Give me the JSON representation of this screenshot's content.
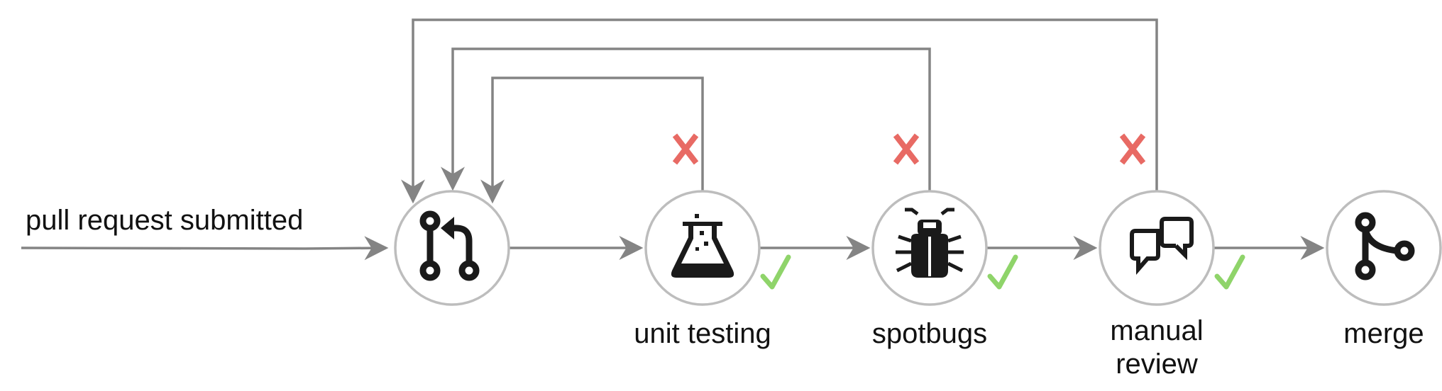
{
  "entry_label": "pull request submitted",
  "nodes": [
    {
      "id": "pull-request",
      "icon": "pull-request-icon",
      "label_lines": []
    },
    {
      "id": "unit-testing",
      "icon": "flask-icon",
      "label_lines": [
        "unit testing"
      ]
    },
    {
      "id": "spotbugs",
      "icon": "bug-icon",
      "label_lines": [
        "spotbugs"
      ]
    },
    {
      "id": "manual-review",
      "icon": "chat-bubbles-icon",
      "label_lines": [
        "manual",
        "review"
      ]
    },
    {
      "id": "merge",
      "icon": "merge-icon",
      "label_lines": [
        "merge"
      ]
    }
  ],
  "colors": {
    "edge": "#848484",
    "node_border": "#bdbdbd",
    "fail_mark": "#e86a64",
    "pass_mark": "#8fd46a",
    "icon": "#1a1a1a"
  }
}
